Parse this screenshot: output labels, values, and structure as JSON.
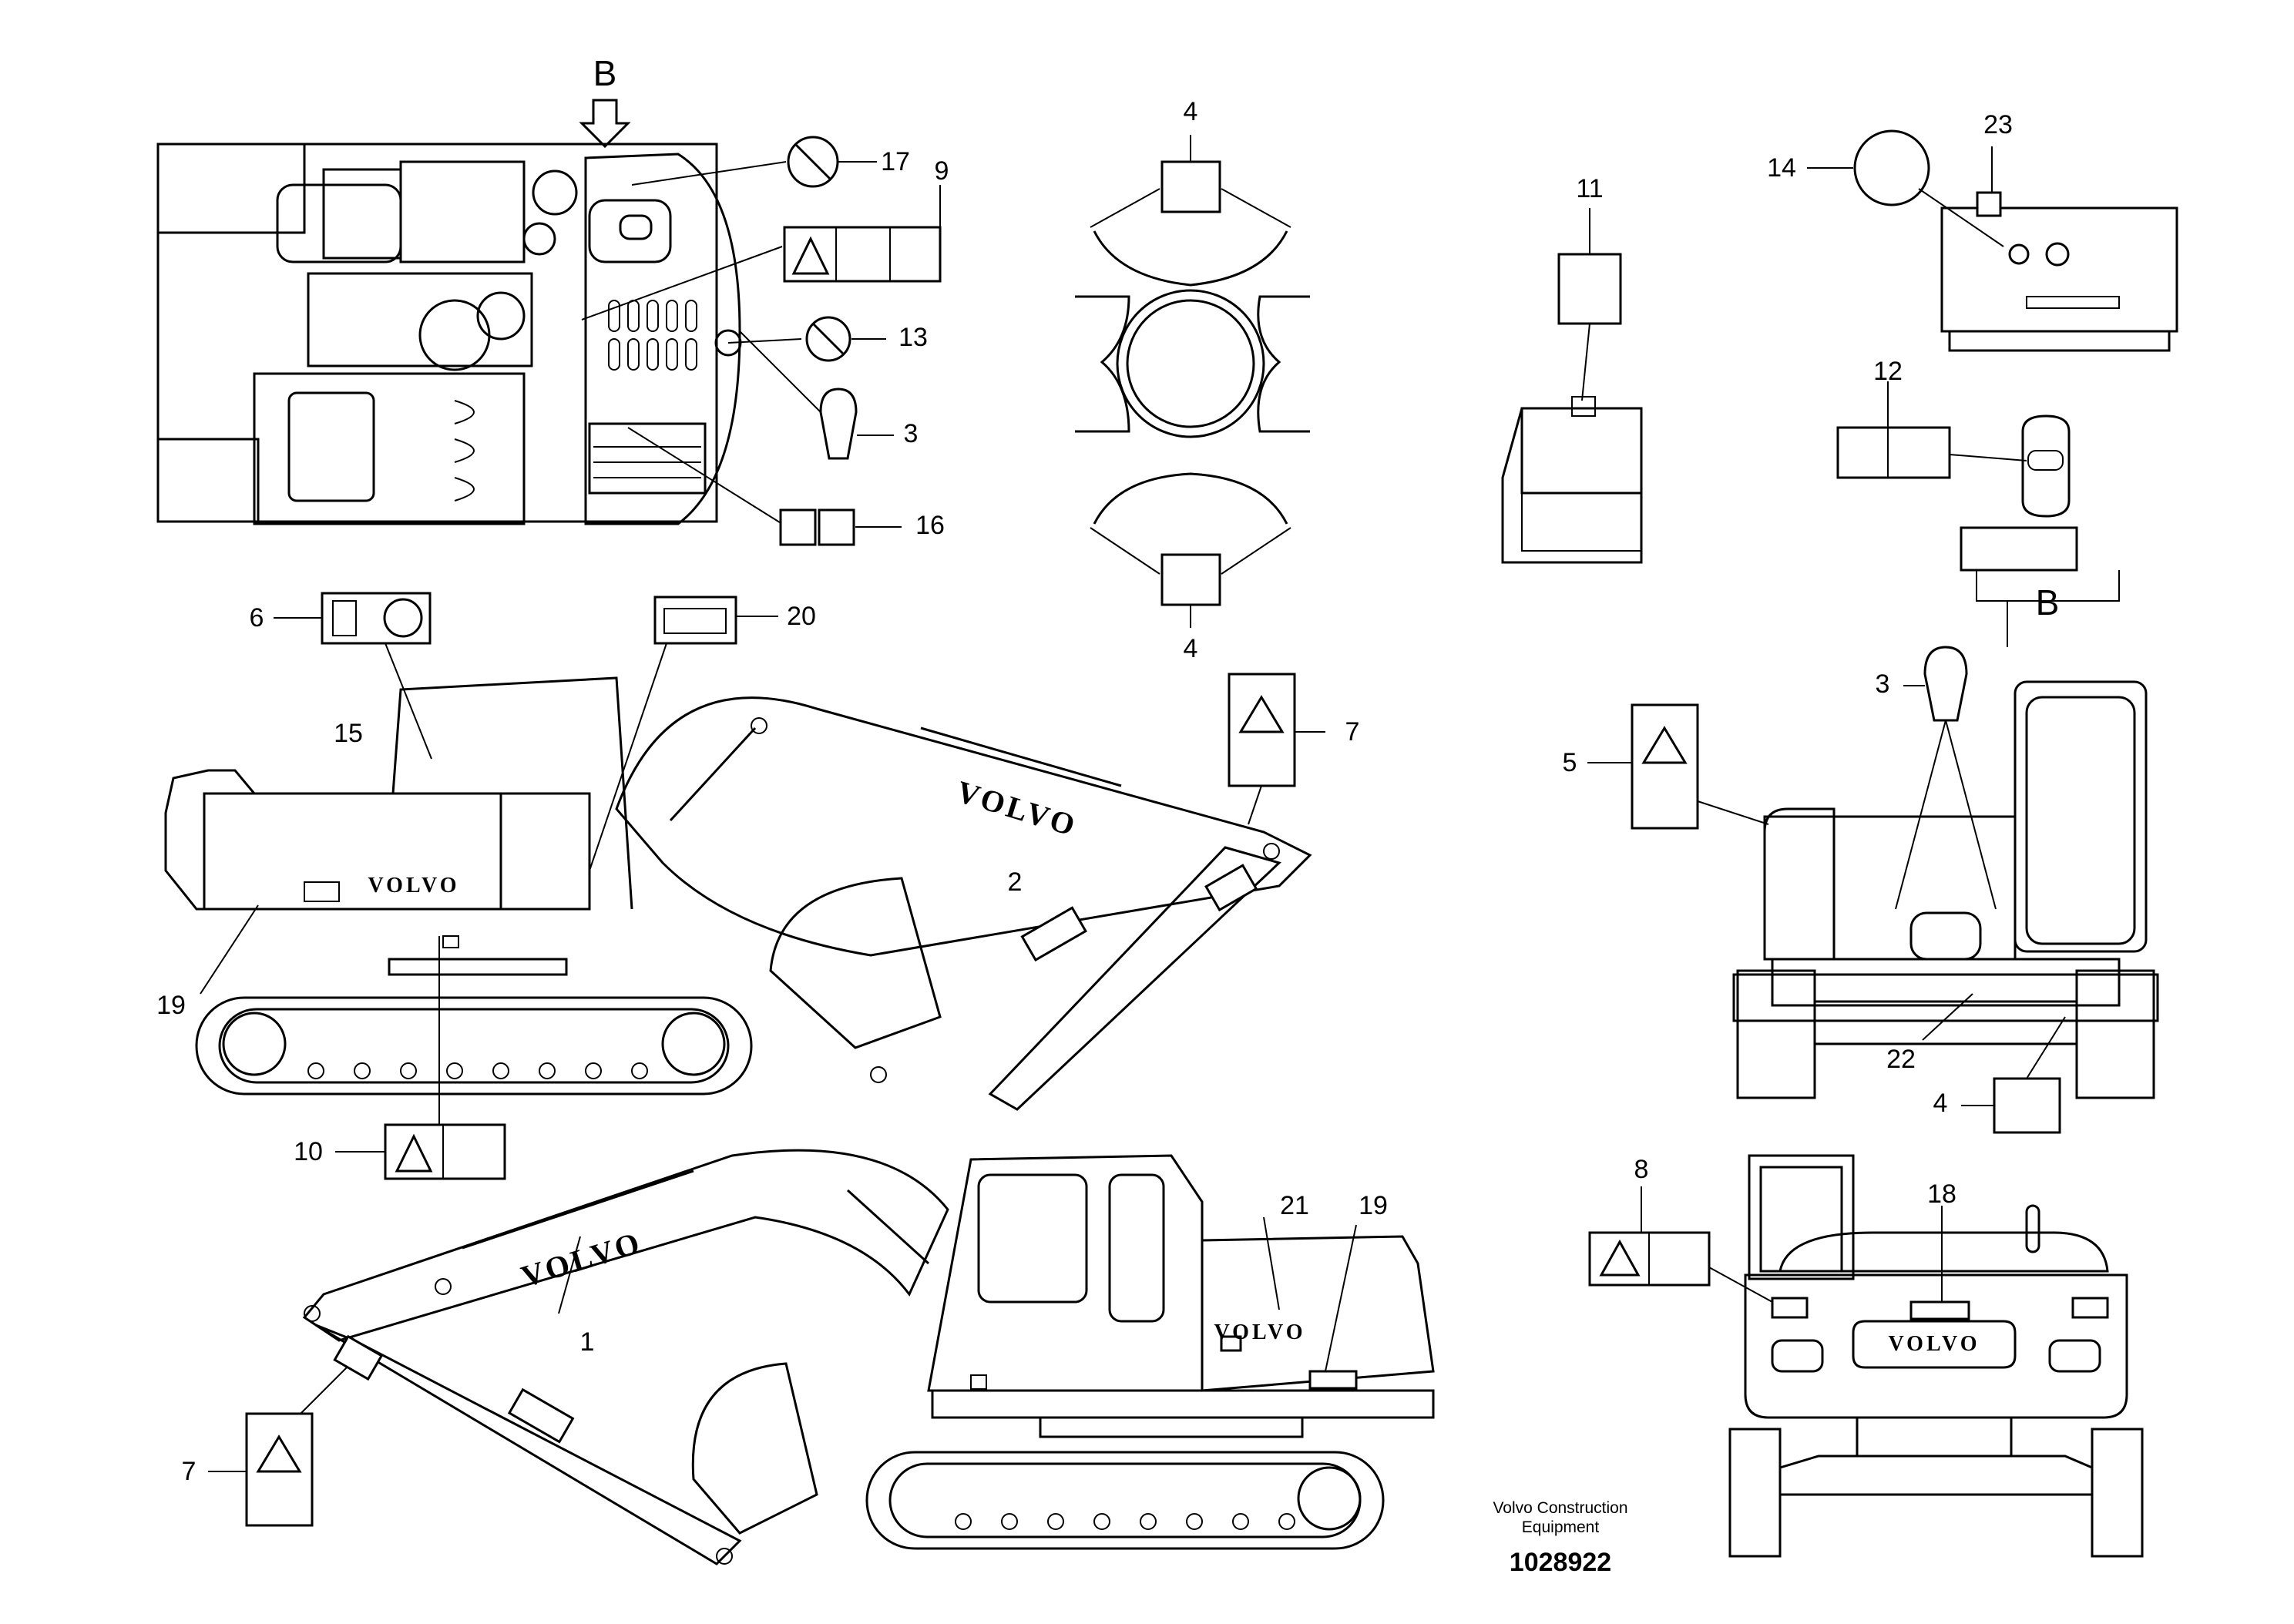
{
  "view_label": "B",
  "callouts": [
    "1",
    "2",
    "3",
    "4",
    "5",
    "6",
    "7",
    "8",
    "9",
    "10",
    "11",
    "12",
    "13",
    "14",
    "15",
    "16",
    "17",
    "18",
    "19",
    "20",
    "21",
    "22",
    "23"
  ],
  "brand_text": "VOLVO",
  "credit": {
    "line1": "Volvo Construction",
    "line2": "Equipment",
    "number": "1028922"
  },
  "icons": [
    "warning-decal-icon",
    "lifting-hook-icon",
    "no-entry-icon",
    "battery-icon",
    "fuel-icon",
    "manual-book-icon",
    "fire-warning-icon"
  ]
}
